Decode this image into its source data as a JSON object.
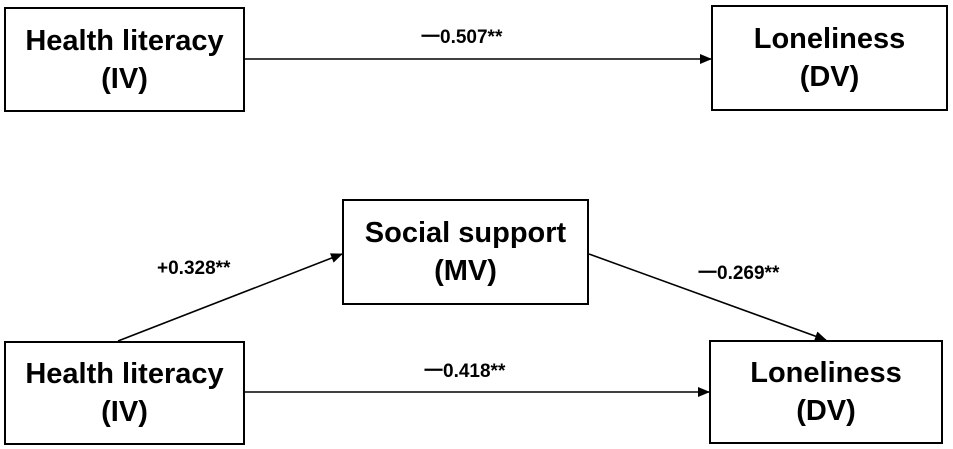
{
  "top_model": {
    "iv_box": {
      "name": "Health literacy",
      "tag": "(IV)"
    },
    "dv_box": {
      "name": "Loneliness",
      "tag": "(DV)"
    },
    "path_iv_dv": "一0.507**"
  },
  "bottom_model": {
    "mv_box": {
      "name": "Social support",
      "tag": "(MV)"
    },
    "iv_box": {
      "name": "Health literacy",
      "tag": "(IV)"
    },
    "dv_box": {
      "name": "Loneliness",
      "tag": "(DV)"
    },
    "path_iv_mv": "+0.328**",
    "path_mv_dv": "一0.269**",
    "path_iv_dv": "一0.418**"
  }
}
